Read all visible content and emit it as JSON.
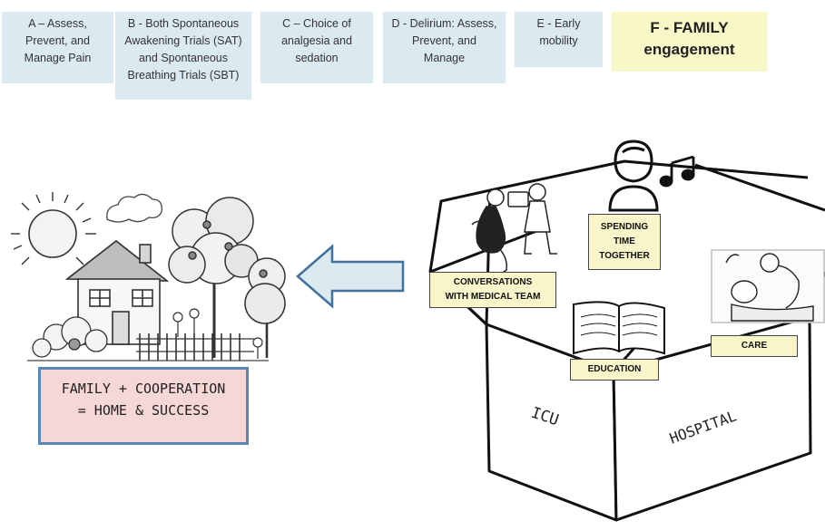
{
  "steps": [
    {
      "lines": [
        "A – Assess,",
        "Prevent, and",
        "Manage Pain"
      ]
    },
    {
      "lines": [
        "B - Both Spontaneous",
        "Awakening Trials (SAT)",
        "and Spontaneous",
        "Breathing Trials (SBT)"
      ]
    },
    {
      "lines": [
        "C – Choice of",
        "analgesia and",
        "sedation"
      ]
    },
    {
      "lines": [
        "D - Delirium: Assess,",
        "Prevent, and",
        "Manage"
      ]
    },
    {
      "lines": [
        "E - Early",
        "mobility"
      ]
    },
    {
      "lines": [
        "F - FAMILY",
        "engagement"
      ]
    }
  ],
  "left_caption": {
    "line1": "FAMILY + COOPERATION",
    "line2": "= HOME & SUCCESS"
  },
  "box_labels": {
    "spending_time": [
      "SPENDING",
      "TIME",
      "TOGETHER"
    ],
    "conversations": [
      "CONVERSATIONS",
      "WITH MEDICAL TEAM"
    ],
    "education": "EDUCATION",
    "care": "CARE"
  },
  "box_sides": {
    "left": "ICU",
    "right": "HOSPITAL"
  },
  "colors": {
    "step_box": "#dbe9f1",
    "family_box": "#f8f7c8",
    "caption_fill": "#f6d7d7",
    "caption_border": "#5a88b4",
    "arrow_fill": "#dbe9f1",
    "arrow_stroke": "#41719c",
    "label_fill": "#f7f5c9"
  },
  "icons": [
    "house-sketch",
    "sun-sketch",
    "tree-sketch",
    "left-arrow",
    "open-box",
    "person-icon",
    "music-note-icon",
    "open-book-icon",
    "conversation-sketch",
    "care-sketch"
  ]
}
